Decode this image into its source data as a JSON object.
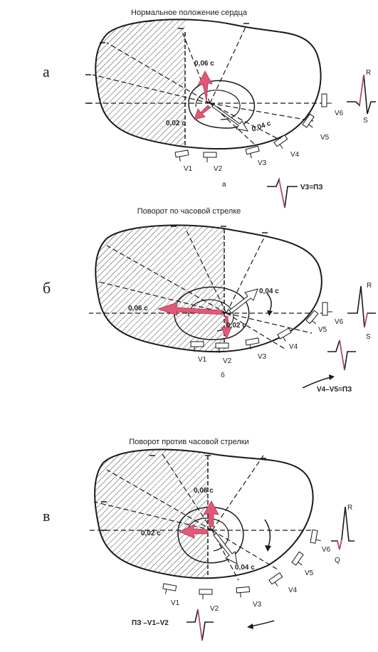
{
  "panels": [
    {
      "letter": "а",
      "title": "Нормальное положение сердца",
      "caption": "а",
      "vector_labels": [
        "0,06 с",
        "0,02 с",
        "0,04 с"
      ],
      "leads": [
        "V1",
        "V2",
        "V3",
        "V4",
        "V5",
        "V6"
      ],
      "ecg_wave_labels": [
        "R",
        "S"
      ],
      "transition_label": "V3=ПЗ"
    },
    {
      "letter": "б",
      "title": "Поворот по часовой стрелке",
      "caption": "б",
      "vector_labels": [
        "0,06 с",
        "0,02 с",
        "0,04 с"
      ],
      "leads": [
        "V1",
        "V2",
        "V3",
        "V4",
        "V5",
        "V6"
      ],
      "ecg_wave_labels": [
        "R",
        "S"
      ],
      "transition_label": "V4–V5=ПЗ"
    },
    {
      "letter": "в",
      "title": "Поворот против часовой стрелки",
      "caption": "",
      "vector_labels": [
        "0,06 с",
        "0,02 с",
        "0,04 с"
      ],
      "leads": [
        "V1",
        "V2",
        "V3",
        "V4",
        "V5",
        "V6"
      ],
      "ecg_wave_labels": [
        "R",
        "Q"
      ],
      "transition_label": "ПЗ –V1–V2"
    }
  ],
  "colors": {
    "vector": "#e05a78",
    "ecg_accent": "#d94a6a",
    "outline": "#1a1a1a"
  }
}
